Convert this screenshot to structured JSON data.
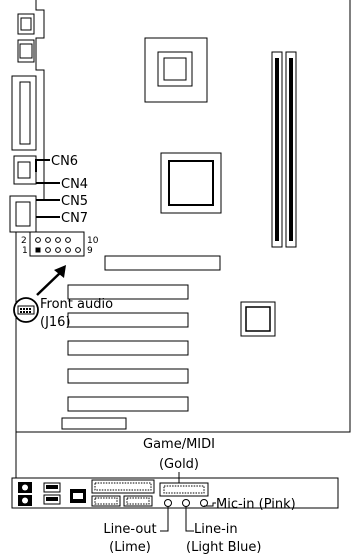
{
  "connector_labels": {
    "cn6": "CN6",
    "cn4": "CN4",
    "cn5": "CN5",
    "cn7": "CN7"
  },
  "header_pins": {
    "top_left": "2",
    "top_right": "10",
    "bottom_left": "1",
    "bottom_right": "9"
  },
  "front_audio": {
    "label": "Front audio",
    "designator": "(J16)"
  },
  "game_midi": {
    "label": "Game/MIDI",
    "color": "(Gold)"
  },
  "mic_in": {
    "label": "Mic-in (Pink)"
  },
  "line_out": {
    "label": "Line-out",
    "color": "(Lime)"
  },
  "line_in": {
    "label": "Line-in",
    "color": "(Light Blue)"
  }
}
